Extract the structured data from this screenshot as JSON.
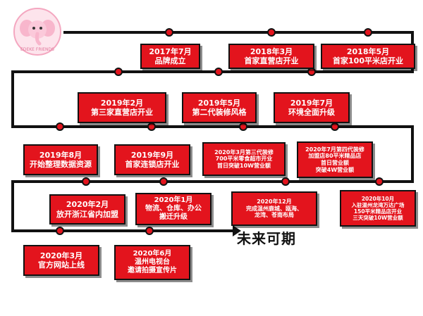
{
  "logo": {
    "text": "EDEKE FRIENDS"
  },
  "milestones": [
    {
      "id": "m1",
      "lines": [
        "2017年7月",
        "品牌成立"
      ]
    },
    {
      "id": "m2",
      "lines": [
        "2018年3月",
        "首家直营店开业"
      ]
    },
    {
      "id": "m3",
      "lines": [
        "2018年5月",
        "首家100平米店开业"
      ]
    },
    {
      "id": "m4",
      "lines": [
        "2019年2月",
        "第三家直营店开业"
      ]
    },
    {
      "id": "m5",
      "lines": [
        "2019年5月",
        "第二代装修风格"
      ]
    },
    {
      "id": "m6",
      "lines": [
        "2019年7月",
        "环境全面升级"
      ]
    },
    {
      "id": "m7",
      "lines": [
        "2019年8月",
        "开始整理数据资源"
      ]
    },
    {
      "id": "m8",
      "lines": [
        "2019年9月",
        "首家连锁店开业"
      ]
    },
    {
      "id": "m9",
      "lines": [
        "2020年3月第三代装修",
        "700平米零食超市开业",
        "首日突破10W营业额"
      ]
    },
    {
      "id": "m10",
      "lines": [
        "2020年7月第四代装修",
        "加盟店80平米精品店",
        "首日营业额",
        "突破4W营业额"
      ]
    },
    {
      "id": "m11",
      "lines": [
        "2020年2月",
        "放开浙江省内加盟"
      ]
    },
    {
      "id": "m12",
      "lines": [
        "2020年1月",
        "物流、仓库、办公",
        "搬迁升级"
      ]
    },
    {
      "id": "m13",
      "lines": [
        "2020年12月",
        "完成温州鹿城、瓯海、",
        "龙湾、苍南布局"
      ]
    },
    {
      "id": "m14",
      "lines": [
        "2020年10月",
        "入驻温州龙湾万达广场",
        "150平米精品店开业",
        "三天突破10W营业额"
      ]
    },
    {
      "id": "m15",
      "lines": [
        "2020年3月",
        "官方网站上线"
      ]
    },
    {
      "id": "m16",
      "lines": [
        "2020年6月",
        "温州电视台",
        "邀请拍摄宣传片"
      ]
    }
  ],
  "future_text": "未来可期",
  "colors": {
    "box": "#e3141d",
    "line": "#111111",
    "text": "#ffffff"
  }
}
